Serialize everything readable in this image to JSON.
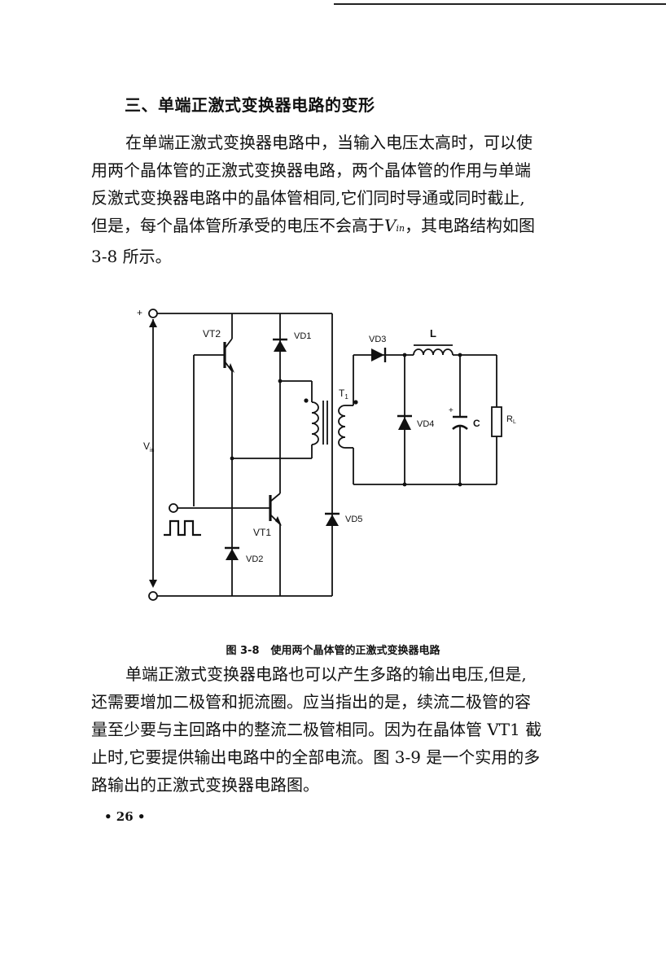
{
  "section_heading": "三、单端正激式变换器电路的变形",
  "para1": {
    "line1": "在单端正激式变换器电路中，当输入电压太高时，可以使",
    "line2": "用两个晶体管的正激式变换器电路，两个晶体管的作用与单端",
    "line3": "反激式变换器电路中的晶体管相同,它们同时导通或同时截止,",
    "line4_before": "但是，每个晶体管所承受的电压不会高于",
    "vin_symbol": "V",
    "vin_subscript": "in",
    "line4_after": "，其电路结构如图",
    "line5": "3-8 所示。"
  },
  "figure": {
    "labels": {
      "plus": "+",
      "vin": "V",
      "vin_sub": "in",
      "vt2": "VT2",
      "vt1": "VT1",
      "vd1": "VD1",
      "vd2": "VD2",
      "vd3": "VD3",
      "vd4": "VD4",
      "vd5": "VD5",
      "t1": "T",
      "t1_sub": "1",
      "l": "L",
      "c": "C",
      "c_plus": "+",
      "rl": "R",
      "rl_sub": "L"
    },
    "caption_number": "图 3-8",
    "caption_text": "使用两个晶体管的正激式变换器电路"
  },
  "para2": {
    "line1": "单端正激式变换器电路也可以产生多路的输出电压,但是,",
    "line2": "还需要增加二极管和扼流圈。应当指出的是，续流二极管的容",
    "line3": "量至少要与主回路中的整流二极管相同。因为在晶体管 VT1 截",
    "line4": "止时,它要提供输出电路中的全部电流。图 3-9 是一个实用的多",
    "line5": "路输出的正激式变换器电路图。"
  },
  "page_number": "• 26 •"
}
